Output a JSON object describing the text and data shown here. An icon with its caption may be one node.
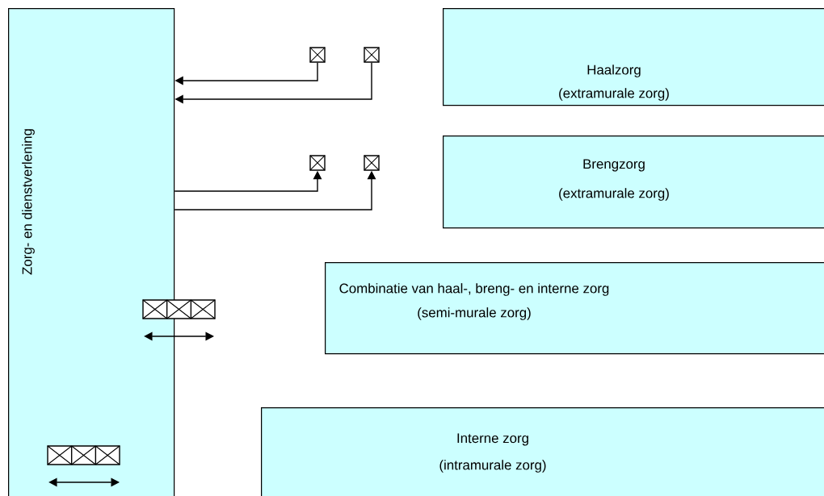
{
  "diagram": {
    "nodes": [
      {
        "text": [
          "Zorg- en dienstverlening"
        ]
      },
      {
        "text": [
          "Haalzorg",
          "(extramurale zorg)"
        ]
      },
      {
        "text": [
          "Brengzorg",
          "(extramurale zorg)"
        ]
      },
      {
        "text": [
          "Combinatie van haal-, breng- en interne zorg",
          "(semi-murale zorg)"
        ]
      },
      {
        "text": [
          "Interne zorg",
          "(intramurale zorg)"
        ]
      },
      {
        "text": [],
        "shape": "box"
      },
      {
        "text": [],
        "shape": "box"
      },
      {
        "text": [],
        "shape": "box"
      },
      {
        "text": [],
        "shape": "box"
      },
      {
        "text": [],
        "shape": "box"
      },
      {
        "text": [],
        "shape": "box",
        "in": 0
      }
    ],
    "edges": [
      {
        "from": 5,
        "to": 0,
        "arrow": "to"
      },
      {
        "from": 6,
        "to": 0,
        "arrow": "to"
      },
      {
        "from": 0,
        "to": 7,
        "arrow": "to"
      },
      {
        "from": 0,
        "to": 8,
        "arrow": "to"
      }
    ]
  }
}
